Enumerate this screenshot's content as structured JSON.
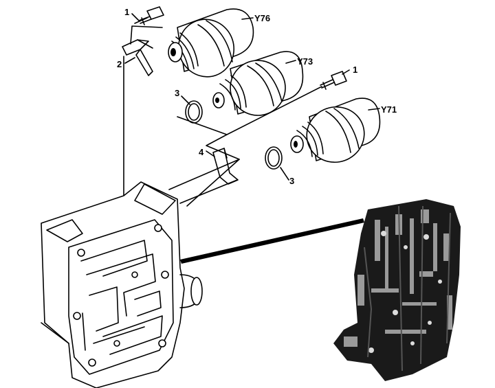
{
  "diagram": {
    "callouts": {
      "bolt_top": "1",
      "bracket_top": "2",
      "ring_upper": "3",
      "bracket_lower": "4",
      "bolt_right": "1",
      "ring_lower": "3"
    },
    "solenoids": {
      "top": "Y76",
      "middle": "Y73",
      "bottom": "Y71"
    }
  }
}
